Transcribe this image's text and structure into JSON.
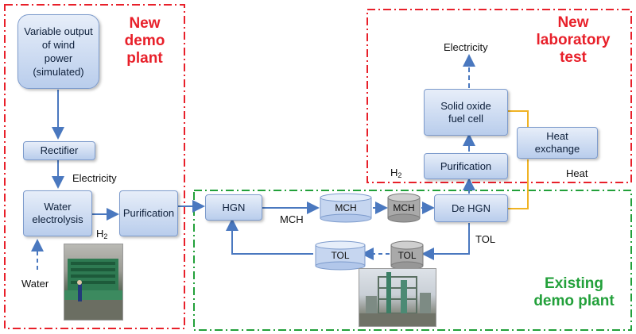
{
  "regions": {
    "new_demo": {
      "title_line1": "New",
      "title_line2": "demo",
      "title_line3": "plant",
      "color": "#e8202a"
    },
    "new_lab": {
      "title_line1": "New",
      "title_line2": "laboratory",
      "title_line3": "test",
      "color": "#e8202a"
    },
    "existing": {
      "title_line1": "Existing",
      "title_line2": "demo plant",
      "color": "#22a03a"
    }
  },
  "boxes": {
    "wind_l1": "Variable output",
    "wind_l2": "of wind",
    "wind_l3": "power",
    "wind_l4": "(simulated)",
    "rectifier": "Rectifier",
    "water_electrolysis_l1": "Water",
    "water_electrolysis_l2": "electrolysis",
    "purification_left": "Purification",
    "hgn": "HGN",
    "dehgn": "De HGN",
    "purification_right": "Purification",
    "sofc_l1": "Solid oxide",
    "sofc_l2": "fuel cell",
    "heat_exchange_l1": "Heat",
    "heat_exchange_l2": "exchange"
  },
  "tanks": {
    "mch_blue": "MCH",
    "mch_gray": "MCH",
    "tol_blue": "TOL",
    "tol_gray": "TOL"
  },
  "labels": {
    "electricity_left": "Electricity",
    "h2_left_main": "H",
    "h2_left_sub": "2",
    "water": "Water",
    "mch_flow": "MCH",
    "h2_right_main": "H",
    "h2_right_sub": "2",
    "electricity_top": "Electricity",
    "heat": "Heat",
    "tol_flow": "TOL"
  },
  "colors": {
    "arrow": "#4a78bf",
    "heat_line": "#f0b323",
    "box_border": "#7d9bcc"
  }
}
